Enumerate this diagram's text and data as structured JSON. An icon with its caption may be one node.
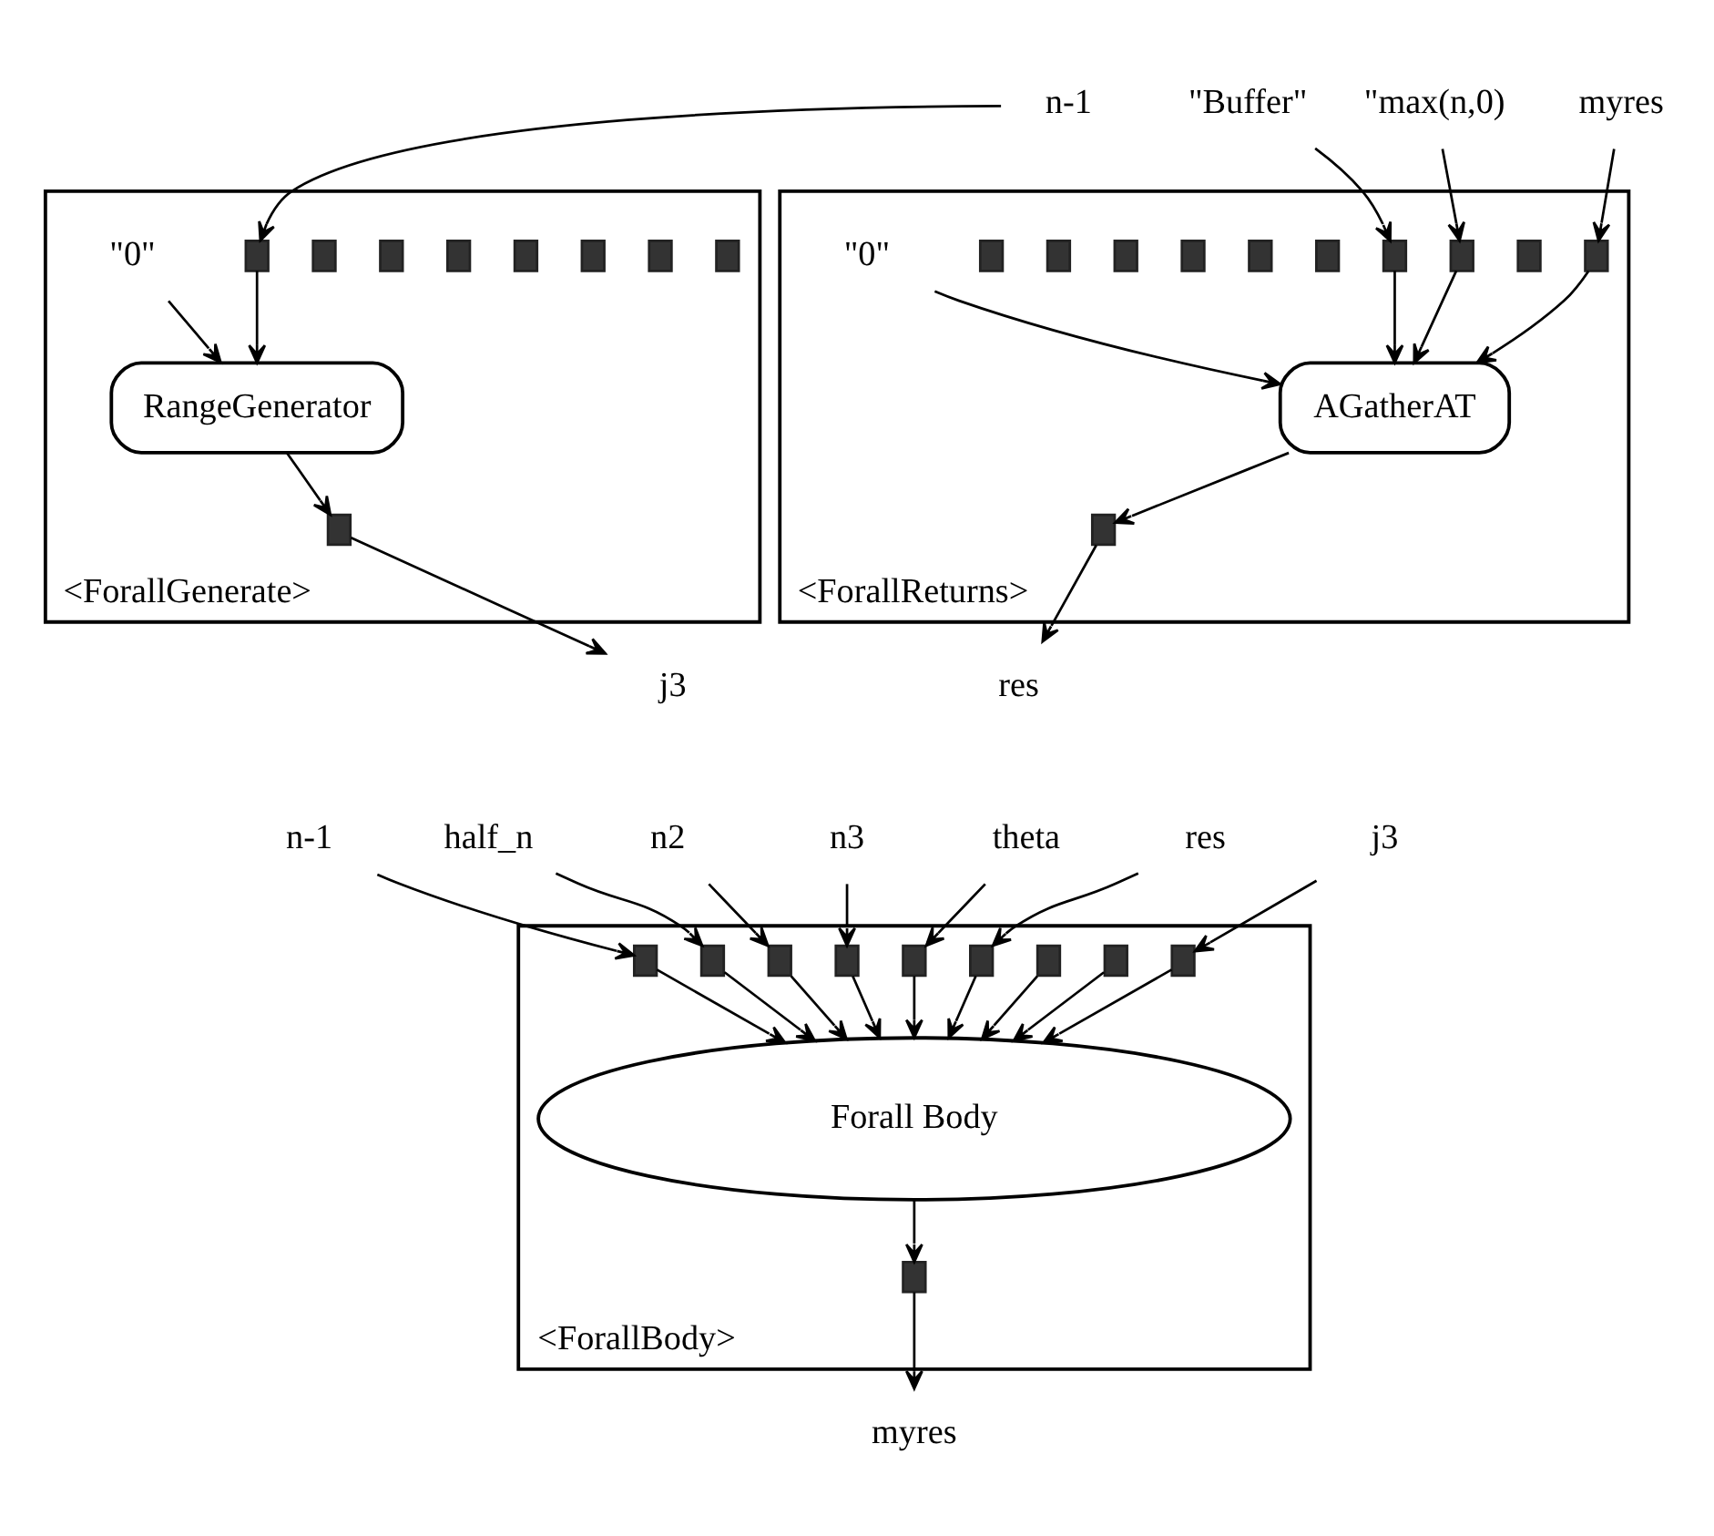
{
  "diagram": {
    "nodes": [
      {
        "text": [
          "<ForallGenerate>"
        ]
      },
      {
        "text": [
          "n-1"
        ]
      },
      {
        "text": [],
        "shape": "box",
        "in": 0
      },
      {
        "text": [],
        "shape": "box",
        "in": 0
      },
      {
        "text": [],
        "shape": "box",
        "in": 0
      },
      {
        "text": [],
        "shape": "box",
        "in": 0
      },
      {
        "text": [],
        "shape": "box",
        "in": 0
      },
      {
        "text": [],
        "shape": "box",
        "in": 0
      },
      {
        "text": [],
        "shape": "box",
        "in": 0
      },
      {
        "text": [],
        "shape": "box",
        "in": 0
      },
      {
        "text": [
          "\"0\""
        ],
        "in": 0
      },
      {
        "text": [
          "RangeGenerator"
        ],
        "in": 0
      },
      {
        "text": [],
        "shape": "box",
        "in": 0
      },
      {
        "text": [
          "j3"
        ]
      },
      {
        "text": [
          "<ForallReturns>"
        ]
      },
      {
        "text": [
          "\"Buffer\""
        ]
      },
      {
        "text": [
          "\"max(n,0)"
        ]
      },
      {
        "text": [
          "myres"
        ]
      },
      {
        "text": [],
        "shape": "box",
        "in": 14
      },
      {
        "text": [],
        "shape": "box",
        "in": 14
      },
      {
        "text": [],
        "shape": "box",
        "in": 14
      },
      {
        "text": [],
        "shape": "box",
        "in": 14
      },
      {
        "text": [],
        "shape": "box",
        "in": 14
      },
      {
        "text": [],
        "shape": "box",
        "in": 14
      },
      {
        "text": [],
        "shape": "box",
        "in": 14
      },
      {
        "text": [],
        "shape": "box",
        "in": 14
      },
      {
        "text": [],
        "shape": "box",
        "in": 14
      },
      {
        "text": [],
        "shape": "box",
        "in": 14
      },
      {
        "text": [
          "\"0\""
        ],
        "in": 14
      },
      {
        "text": [
          "AGatherAT"
        ],
        "in": 14
      },
      {
        "text": [],
        "shape": "box",
        "in": 14
      },
      {
        "text": [
          "res"
        ]
      },
      {
        "text": [
          "<ForallBody>"
        ]
      },
      {
        "text": [
          "n-1"
        ]
      },
      {
        "text": [
          "half_n"
        ]
      },
      {
        "text": [
          "n2"
        ]
      },
      {
        "text": [
          "n3"
        ]
      },
      {
        "text": [
          "theta"
        ]
      },
      {
        "text": [
          "res"
        ]
      },
      {
        "text": [
          "j3"
        ]
      },
      {
        "text": [],
        "shape": "box",
        "in": 32
      },
      {
        "text": [],
        "shape": "box",
        "in": 32
      },
      {
        "text": [],
        "shape": "box",
        "in": 32
      },
      {
        "text": [],
        "shape": "box",
        "in": 32
      },
      {
        "text": [],
        "shape": "box",
        "in": 32
      },
      {
        "text": [],
        "shape": "box",
        "in": 32
      },
      {
        "text": [],
        "shape": "box",
        "in": 32
      },
      {
        "text": [],
        "shape": "box",
        "in": 32
      },
      {
        "text": [],
        "shape": "box",
        "in": 32
      },
      {
        "text": [
          "Forall Body"
        ],
        "in": 32
      },
      {
        "text": [],
        "shape": "box",
        "in": 32
      },
      {
        "text": [
          "myres"
        ]
      }
    ],
    "edges": [
      {
        "from": 1,
        "to": 2,
        "arrow": "to"
      },
      {
        "from": 2,
        "to": 11,
        "arrow": "to"
      },
      {
        "from": 10,
        "to": 11,
        "arrow": "to"
      },
      {
        "from": 11,
        "to": 12,
        "arrow": "to"
      },
      {
        "from": 12,
        "to": 13,
        "arrow": "to"
      },
      {
        "from": 15,
        "to": 24,
        "arrow": "to"
      },
      {
        "from": 16,
        "to": 25,
        "arrow": "to"
      },
      {
        "from": 17,
        "to": 27,
        "arrow": "to"
      },
      {
        "from": 28,
        "to": 29,
        "arrow": "to"
      },
      {
        "from": 27,
        "to": 29,
        "arrow": "to"
      },
      {
        "from": 24,
        "to": 29,
        "arrow": "to"
      },
      {
        "from": 25,
        "to": 29,
        "arrow": "to"
      },
      {
        "from": 29,
        "to": 30,
        "arrow": "to"
      },
      {
        "from": 30,
        "to": 31,
        "arrow": "to"
      },
      {
        "from": 33,
        "to": 40,
        "arrow": "to"
      },
      {
        "from": 34,
        "to": 41,
        "arrow": "to"
      },
      {
        "from": 35,
        "to": 42,
        "arrow": "to"
      },
      {
        "from": 36,
        "to": 43,
        "arrow": "to"
      },
      {
        "from": 37,
        "to": 44,
        "arrow": "to"
      },
      {
        "from": 38,
        "to": 45,
        "arrow": "to"
      },
      {
        "from": 39,
        "to": 48,
        "arrow": "to"
      },
      {
        "from": 40,
        "to": 49,
        "arrow": "to"
      },
      {
        "from": 41,
        "to": 49,
        "arrow": "to"
      },
      {
        "from": 42,
        "to": 49,
        "arrow": "to"
      },
      {
        "from": 43,
        "to": 49,
        "arrow": "to"
      },
      {
        "from": 44,
        "to": 49,
        "arrow": "to"
      },
      {
        "from": 45,
        "to": 49,
        "arrow": "to"
      },
      {
        "from": 46,
        "to": 49,
        "arrow": "to"
      },
      {
        "from": 47,
        "to": 49,
        "arrow": "to"
      },
      {
        "from": 48,
        "to": 49,
        "arrow": "to"
      },
      {
        "from": 49,
        "to": 50,
        "arrow": "to"
      },
      {
        "from": 50,
        "to": 51,
        "arrow": "to"
      }
    ]
  }
}
